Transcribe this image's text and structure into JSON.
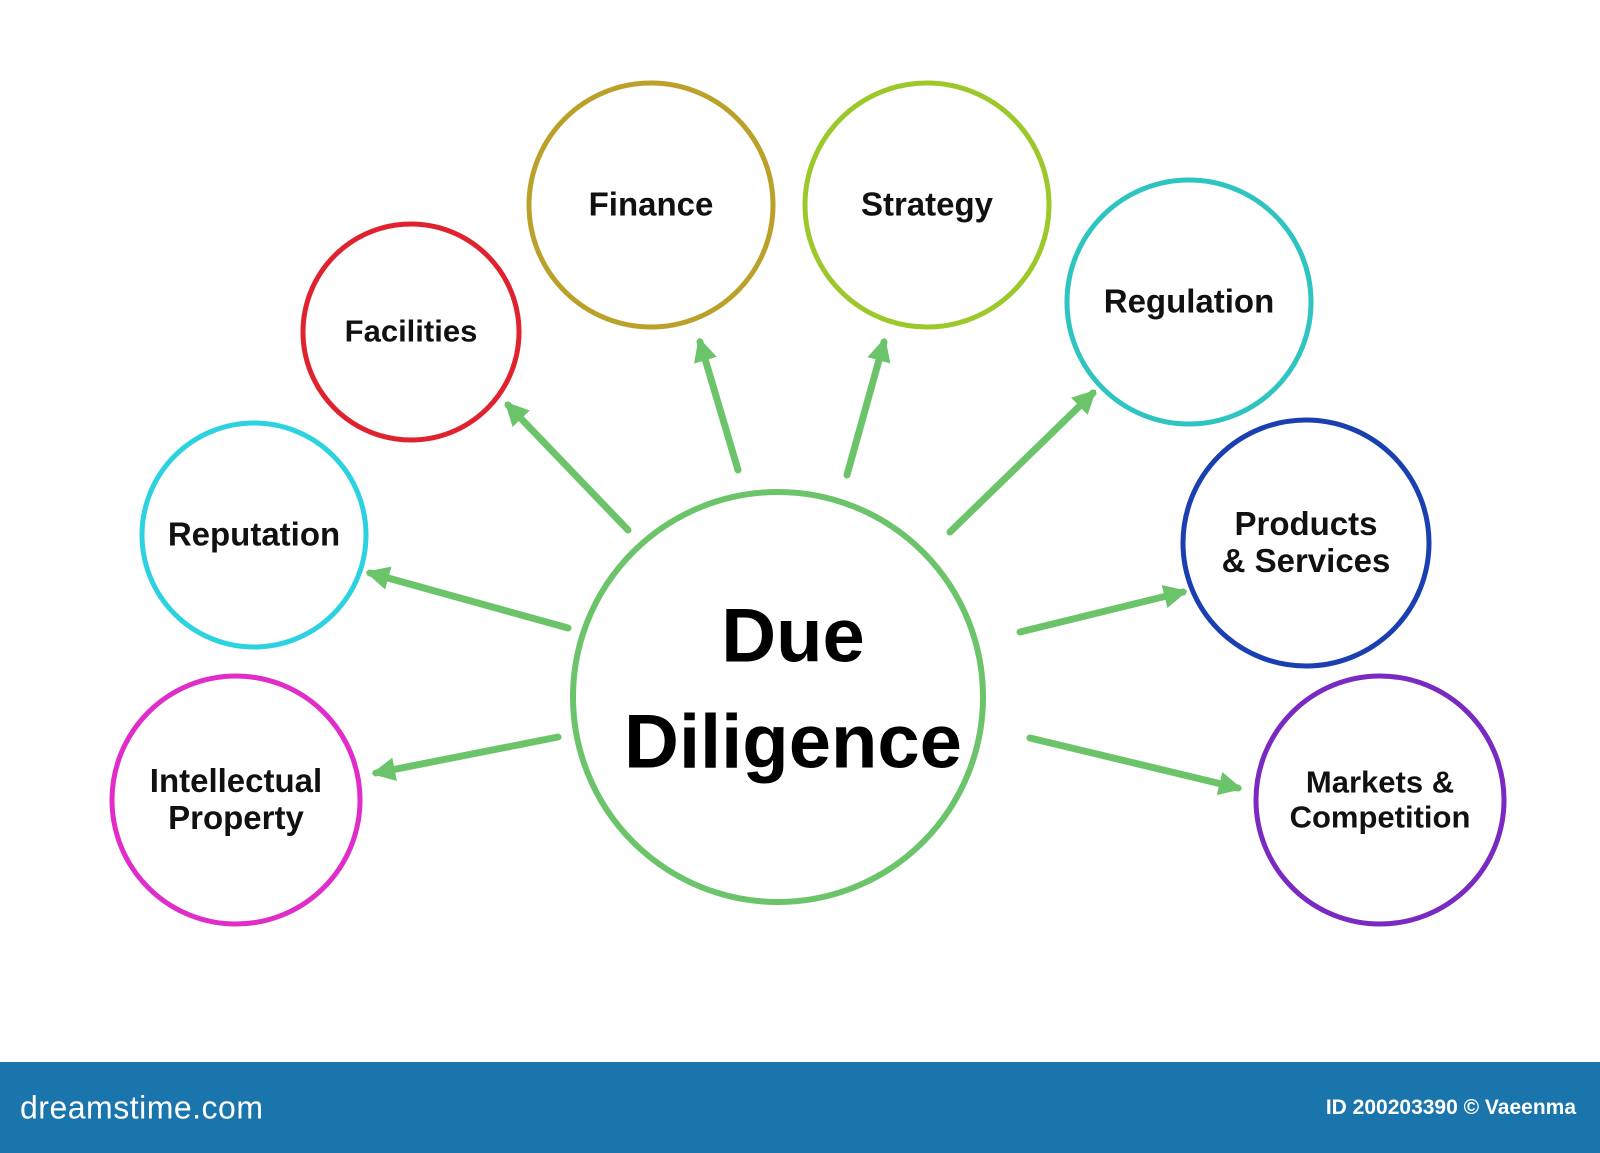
{
  "diagram": {
    "center": {
      "lines": [
        "Due",
        "Diligence"
      ],
      "color": "#6cc46a"
    },
    "arrow_color": "#6cc46a",
    "nodes": [
      {
        "id": "finance",
        "lines": [
          "Finance"
        ],
        "color": "#b9a12a"
      },
      {
        "id": "strategy",
        "lines": [
          "Strategy"
        ],
        "color": "#9cc82a"
      },
      {
        "id": "facilities",
        "lines": [
          "Facilities"
        ],
        "color": "#e0222e"
      },
      {
        "id": "regulation",
        "lines": [
          "Regulation"
        ],
        "color": "#2ec4c0"
      },
      {
        "id": "reputation",
        "lines": [
          "Reputation"
        ],
        "color": "#2cd2e0"
      },
      {
        "id": "products-services",
        "lines": [
          "Products",
          "& Services"
        ],
        "color": "#1a3fb0"
      },
      {
        "id": "intellectual-property",
        "lines": [
          "Intellectual",
          "Property"
        ],
        "color": "#e02cc8"
      },
      {
        "id": "markets-competition",
        "lines": [
          "Markets &",
          "Competition"
        ],
        "color": "#7a2ac0"
      }
    ]
  },
  "footer": {
    "brand": "dreamstime.com",
    "stock_id": "ID 200203390 © Vaeenma"
  }
}
